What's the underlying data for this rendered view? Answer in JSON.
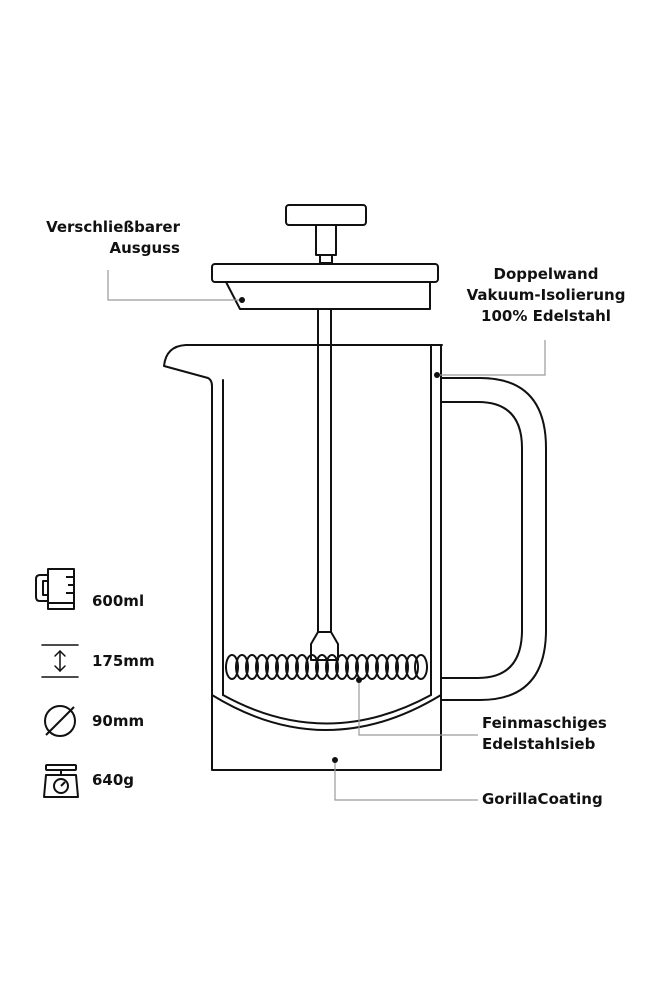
{
  "callouts": {
    "spout": {
      "line1": "Verschließbarer",
      "line2": "Ausguss"
    },
    "wall": {
      "line1": "Doppelwand",
      "line2": "Vakuum-Isolierung",
      "line3": "100% Edelstahl"
    },
    "filter": {
      "line1": "Feinmaschiges",
      "line2": "Edelstahlsieb"
    },
    "coating": {
      "line1": "GorillaCoating"
    }
  },
  "specs": [
    {
      "icon": "measuring-cup-icon",
      "value": "600ml"
    },
    {
      "icon": "height-arrow-icon",
      "value": "175mm"
    },
    {
      "icon": "diameter-icon",
      "value": "90mm"
    },
    {
      "icon": "scale-icon",
      "value": "640g"
    }
  ],
  "colors": {
    "line": "#111111",
    "leader": "#9a9a9a",
    "background": "#ffffff"
  }
}
